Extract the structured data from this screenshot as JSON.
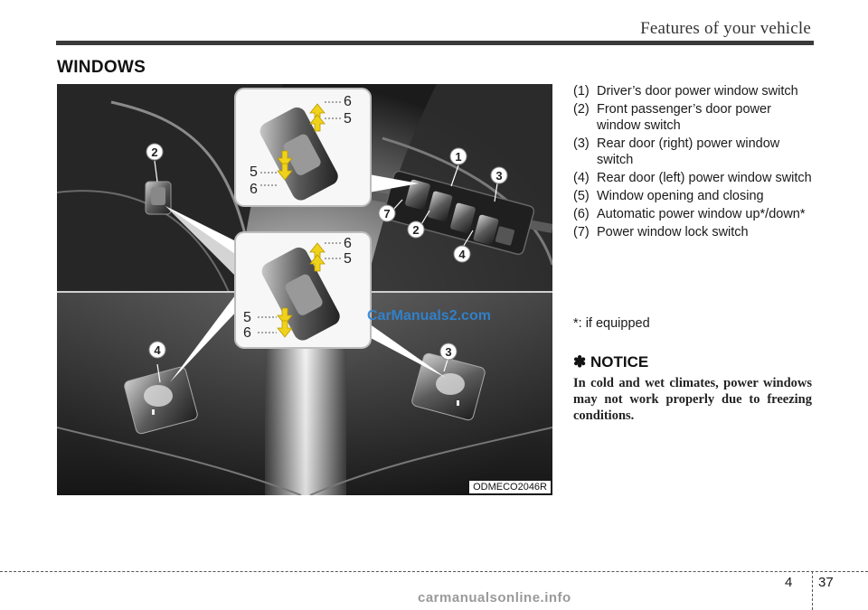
{
  "header": {
    "title": "Features of your vehicle"
  },
  "section": {
    "title": "WINDOWS"
  },
  "figure": {
    "code": "ODMECO2046R",
    "watermark": "CarManuals2.com",
    "callouts": [
      "1",
      "2",
      "2",
      "3",
      "3",
      "4",
      "4",
      "7"
    ],
    "inset_labels": [
      "6",
      "5",
      "5",
      "6"
    ]
  },
  "list": [
    {
      "num": "(1)",
      "text": "Driver’s door power window switch"
    },
    {
      "num": "(2)",
      "text": "Front passenger’s door power window switch"
    },
    {
      "num": "(3)",
      "text": "Rear door (right) power window switch"
    },
    {
      "num": "(4)",
      "text": "Rear door (left) power window switch"
    },
    {
      "num": "(5)",
      "text": "Window opening and closing"
    },
    {
      "num": "(6)",
      "text": "Automatic power window up*/down*"
    },
    {
      "num": "(7)",
      "text": "Power window lock switch"
    }
  ],
  "equipped_note": "*: if equipped",
  "notice": {
    "title": "✽ NOTICE",
    "body": "In cold and wet climates, power windows may not work properly due to freezing conditions."
  },
  "footer": {
    "chapter": "4",
    "page": "37",
    "watermark": "carmanualsonline.info"
  },
  "colors": {
    "arrow": "#f0d21a",
    "callout_bg": "#ffffff",
    "watermark": "#2f86d6"
  }
}
